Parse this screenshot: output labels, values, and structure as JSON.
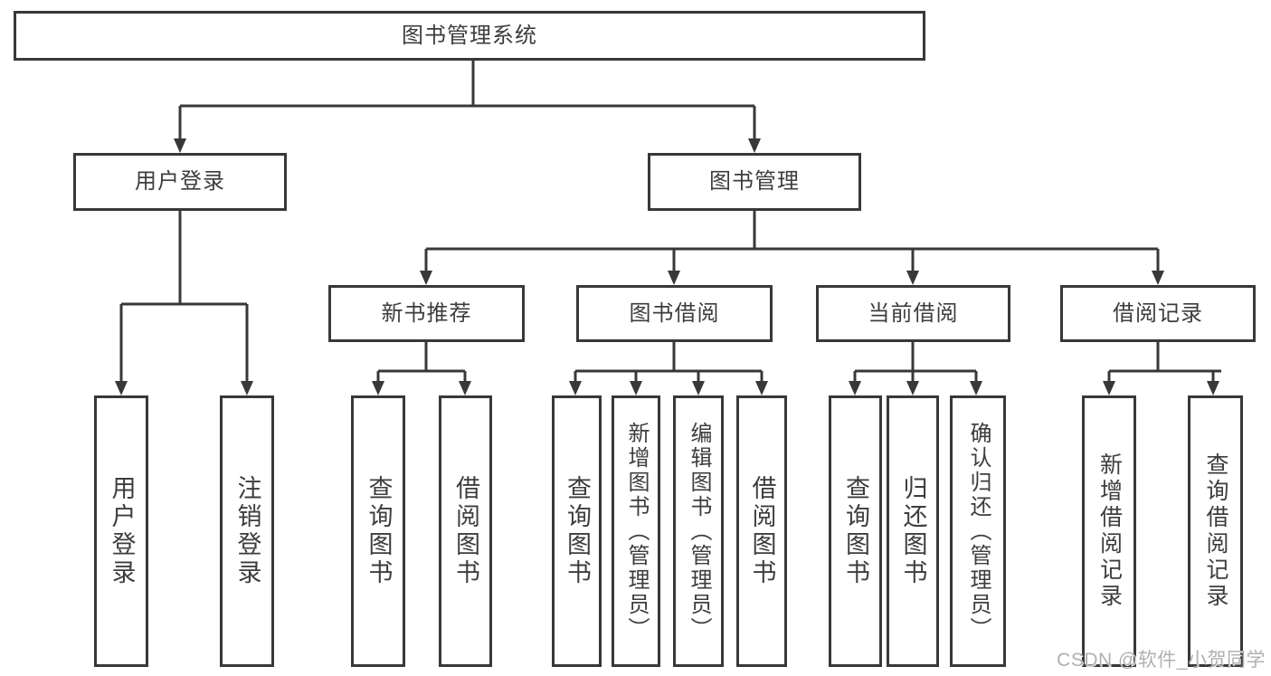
{
  "diagram": {
    "root": {
      "label": "图书管理系统"
    },
    "level2": [
      {
        "label": "用户登录"
      },
      {
        "label": "图书管理"
      }
    ],
    "level3": [
      {
        "label": "新书推荐"
      },
      {
        "label": "图书借阅"
      },
      {
        "label": "当前借阅"
      },
      {
        "label": "借阅记录"
      }
    ],
    "leaves": {
      "user_login": [
        "用户登录",
        "注销登录"
      ],
      "new_book": [
        "查询图书",
        "借阅图书"
      ],
      "book_borrow": [
        "查询图书",
        "新增图书（管理员）",
        "编辑图书（管理员）",
        "借阅图书"
      ],
      "current_borrow": [
        "查询图书",
        "归还图书",
        "确认归还（管理员）"
      ],
      "borrow_record": [
        "新增借阅记录",
        "查询借阅记录"
      ]
    },
    "colors": {
      "line": "#383838",
      "box_border": "#383838",
      "text": "#3d3d3d",
      "background": "#ffffff",
      "watermark": "#b0b0b0"
    }
  },
  "watermark": {
    "text": "CSDN @软件_小贺同学"
  }
}
